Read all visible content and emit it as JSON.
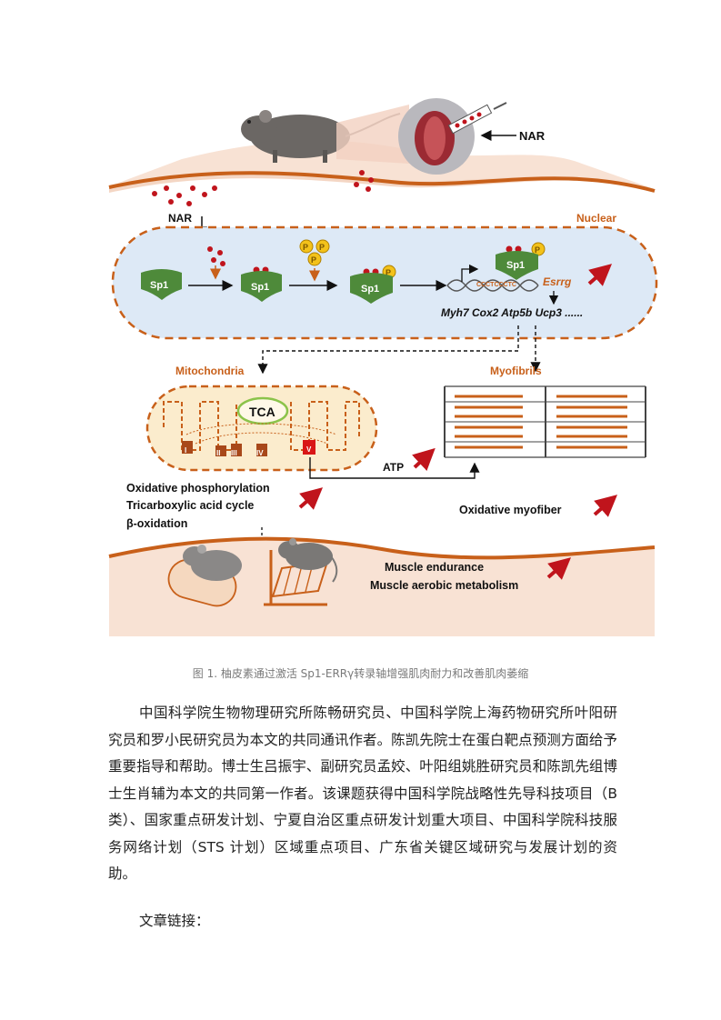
{
  "figure": {
    "labels": {
      "nar_injection": "NAR",
      "nar_entry": "NAR",
      "nuclear": "Nuclear",
      "sp1_1": "Sp1",
      "sp1_2": "Sp1",
      "sp1_3": "Sp1",
      "sp1_4": "Sp1",
      "phospho": "P",
      "esrrg": "Esrrg",
      "dna_seq": "CCCTCCCTC",
      "target_genes": "Myh7  Cox2  Atp5b  Ucp3  ......",
      "mitochondria": "Mitochondria",
      "myofibrils": "Myofibrils",
      "tca": "TCA",
      "complex_i": "I",
      "complex_ii": "II",
      "complex_iii": "III",
      "complex_iv": "IV",
      "complex_v": "V",
      "atp": "ATP",
      "oxphos": "Oxidative phosphorylation",
      "tca_cycle": "Tricarboxylic acid cycle",
      "beta_ox": "β-oxidation",
      "oxidative_myofiber": "Oxidative myofiber",
      "muscle_endurance": "Muscle endurance",
      "muscle_aerobic": "Muscle aerobic metabolism"
    },
    "colors": {
      "accent_orange": "#c8601a",
      "sp1_green": "#4e8a3a",
      "nucleus_fill": "#dde9f6",
      "mito_fill": "#fbeccd",
      "red_arrow": "#c0141c",
      "phospho_yellow": "#f3c21a",
      "skin": "#f4d6c4"
    }
  },
  "caption": "图 1. 柚皮素通过激活 Sp1-ERRγ转录轴增强肌肉耐力和改善肌肉萎缩",
  "body_paragraph": "中国科学院生物物理研究所陈畅研究员、中国科学院上海药物研究所叶阳研究员和罗小民研究员为本文的共同通讯作者。陈凯先院士在蛋白靶点预测方面给予重要指导和帮助。博士生吕振宇、副研究员孟姣、叶阳组姚胜研究员和陈凯先组博士生肖辅为本文的共同第一作者。该课题获得中国科学院战略性先导科技项目（B 类）、国家重点研发计划、宁夏自治区重点研发计划重大项目、中国科学院科技服务网络计划（STS 计划）区域重点项目、广东省关键区域研究与发展计划的资助。",
  "links_label": "文章链接："
}
